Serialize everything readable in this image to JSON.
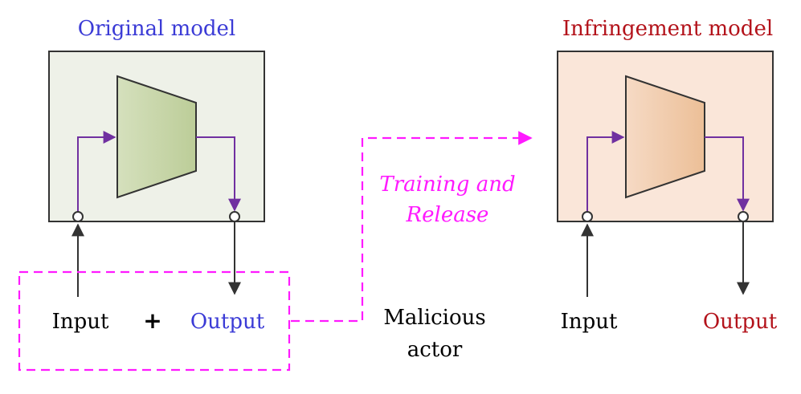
{
  "original": {
    "title": "Original model",
    "title_color": "#3b3bd6"
  },
  "infringement": {
    "title": "Infringement model",
    "title_color": "#b3121a"
  },
  "left_io": {
    "input_label": "Input",
    "plus_label": "+",
    "output_label": "Output",
    "output_color": "#3b3bd6"
  },
  "right_io": {
    "input_label": "Input",
    "output_label": "Output",
    "output_color": "#b3121a"
  },
  "edge": {
    "line1": "Training and",
    "line2": "Release",
    "color": "#ff1aff"
  },
  "actor": {
    "line1": "Malicious",
    "line2": "actor"
  },
  "colors": {
    "original_box_fill": "#eef1e8",
    "original_trapezoid_light": "#d5e0bd",
    "original_trapezoid_dark": "#bccd98",
    "infringement_box_fill": "#fae6d9",
    "infringement_trapezoid_light": "#f6dac5",
    "infringement_trapezoid_dark": "#ecbf97",
    "signal_path": "#7030a0",
    "io_arrow": "#333333"
  }
}
